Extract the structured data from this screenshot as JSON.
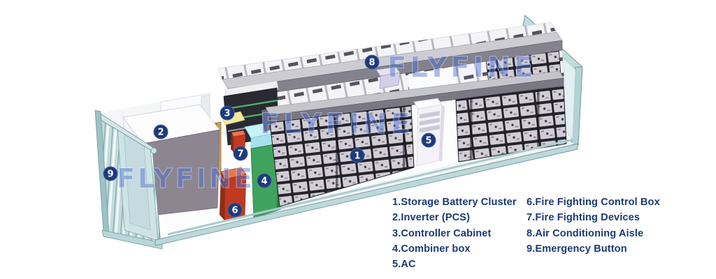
{
  "diagram": {
    "watermark_text": "FLYFINE",
    "legend": {
      "col1": [
        {
          "text": "1.Storage Battery Cluster"
        },
        {
          "text": "2.Inverter (PCS)"
        },
        {
          "text": "3.Controller Cabinet"
        },
        {
          "text": "4.Combiner box"
        },
        {
          "text": "5.AC"
        }
      ],
      "col2": [
        {
          "text": "6.Fire Fighting Control Box"
        },
        {
          "text": "7.Fire Fighting Devices"
        },
        {
          "text": "8.Air Conditioning Aisle"
        },
        {
          "text": "9.Emergency Button"
        }
      ]
    },
    "markers": {
      "m1": "1",
      "m2": "2",
      "m3": "3",
      "m4": "4",
      "m5": "5",
      "m6": "6",
      "m7": "7",
      "m8": "8",
      "m9": "9"
    },
    "colors": {
      "marker_bg": "#1c3a7d",
      "legend_text": "#1c3a75",
      "watermark_blue": "#4a6fd4",
      "container_frame": "#c2dcdd",
      "inverter_front": "#8d8691",
      "green_cabinet": "#3fa35d",
      "cyan_top": "#c8f0f5",
      "red_box": "#c03a20",
      "tan_door": "#cfa155",
      "battery_module": "#d2cdd4",
      "rack_dark": "#23232c",
      "beam_gray": "#84828c"
    }
  }
}
